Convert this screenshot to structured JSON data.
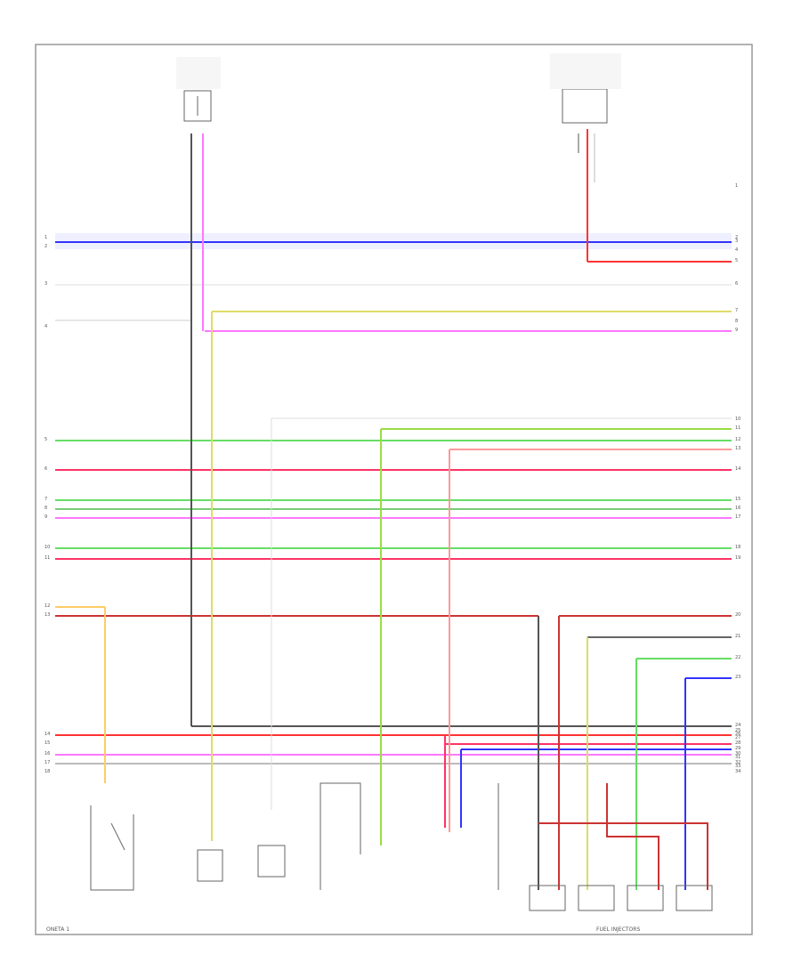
{
  "colors": {
    "frame": "#999999",
    "red": "#ff3333",
    "blue": "#3333ff",
    "green": "#66dd66",
    "pink": "#ff77ff",
    "yellow": "#dddd66",
    "orange": "#ffaa44",
    "gray": "#bbbbbb",
    "dark": "#555555",
    "lightblue": "#eef0ff"
  },
  "labels": {
    "footer_left": "ONETA 1",
    "footer_right": "FUEL INJECTORS"
  },
  "pins_left": [
    "1",
    "2",
    "3",
    "4",
    "5",
    "6",
    "7",
    "8",
    "9",
    "10",
    "11",
    "12",
    "13",
    "14",
    "15",
    "16",
    "17",
    "18"
  ],
  "pins_right": [
    "1",
    "2",
    "3",
    "4",
    "5",
    "6",
    "7",
    "8",
    "9",
    "10",
    "11",
    "12",
    "13",
    "14",
    "15",
    "16",
    "17",
    "18",
    "19",
    "20",
    "21",
    "22",
    "23",
    "24",
    "25",
    "26",
    "27",
    "28",
    "29",
    "30",
    "31",
    "32",
    "33",
    "34"
  ]
}
